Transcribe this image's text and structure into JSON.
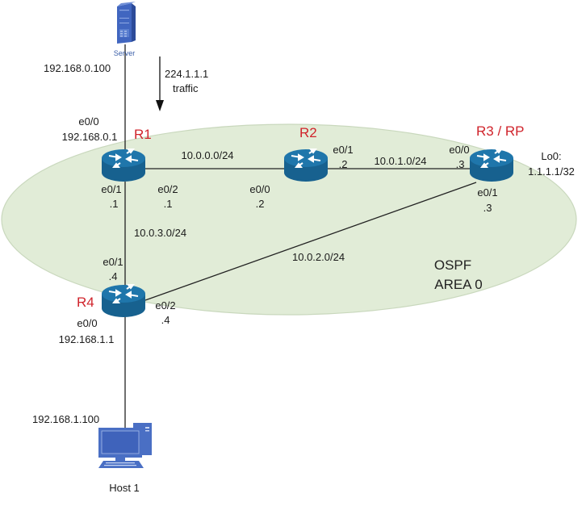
{
  "diagram": {
    "title": "Multicast topology with OSPF Area 0",
    "colors": {
      "area_fill": "#e1ecd7",
      "area_stroke": "#c9d8bd",
      "router_body": "#1a6c9e",
      "router_top": "#1f7ab0",
      "router_label": "#d0232b",
      "icon_blue": "#4a6fc4",
      "link": "#222222"
    },
    "area": {
      "line1": "OSPF",
      "line2": "AREA 0"
    },
    "traffic": {
      "group": "224.1.1.1",
      "label": "traffic",
      "direction": "down"
    },
    "server": {
      "name": "Server",
      "ip": "192.168.0.100"
    },
    "host": {
      "name": "Host 1",
      "ip": "192.168.1.100"
    },
    "routers": [
      {
        "id": "R1",
        "name": "R1",
        "interfaces": [
          {
            "name": "e0/0",
            "addr": "192.168.0.1"
          },
          {
            "name": "e0/1",
            "addr": ".1"
          },
          {
            "name": "e0/2",
            "addr": ".1"
          }
        ]
      },
      {
        "id": "R2",
        "name": "R2",
        "interfaces": [
          {
            "name": "e0/0",
            "addr": ".2"
          },
          {
            "name": "e0/1",
            "addr": ".2"
          }
        ]
      },
      {
        "id": "R3",
        "name": "R3 / RP",
        "interfaces": [
          {
            "name": "e0/0",
            "addr": ".3"
          },
          {
            "name": "e0/1",
            "addr": ".3"
          }
        ],
        "loopback": {
          "name": "Lo0:",
          "addr": "1.1.1.1/32"
        }
      },
      {
        "id": "R4",
        "name": "R4",
        "interfaces": [
          {
            "name": "e0/0",
            "addr": "192.168.1.1"
          },
          {
            "name": "e0/1",
            "addr": ".4"
          },
          {
            "name": "e0/2",
            "addr": ".4"
          }
        ]
      }
    ],
    "links": [
      {
        "from": "Server",
        "to": "R1",
        "subnet": ""
      },
      {
        "from": "R1",
        "to": "R2",
        "subnet": "10.0.0.0/24"
      },
      {
        "from": "R2",
        "to": "R3",
        "subnet": "10.0.1.0/24"
      },
      {
        "from": "R3",
        "to": "R4",
        "subnet": "10.0.2.0/24"
      },
      {
        "from": "R1",
        "to": "R4",
        "subnet": "10.0.3.0/24"
      },
      {
        "from": "R4",
        "to": "Host 1",
        "subnet": ""
      }
    ]
  }
}
